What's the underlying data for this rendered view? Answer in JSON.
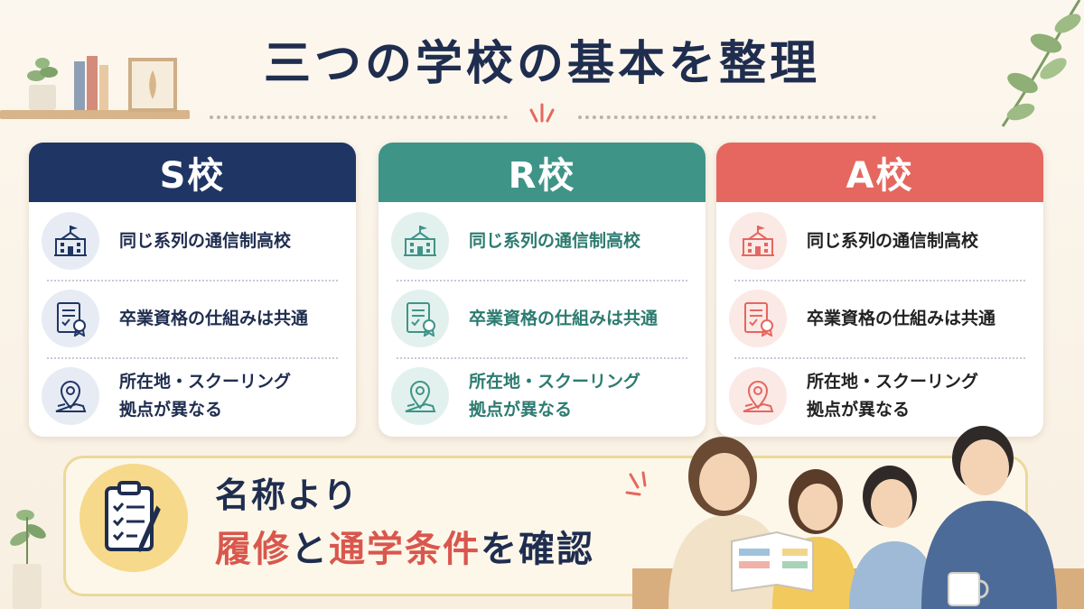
{
  "title": "三つの学校の基本を整理",
  "colors": {
    "navy": "#1f3564",
    "teal": "#3f9488",
    "coral": "#e5675f",
    "accent_red": "#d9574d",
    "highlight_yellow": "#f6d98a"
  },
  "cards": [
    {
      "name": "S校",
      "rows": [
        {
          "icon": "school-building-icon",
          "text": "同じ系列の通信制高校"
        },
        {
          "icon": "certificate-icon",
          "text": "卒業資格の仕組みは共通"
        },
        {
          "icon": "map-pin-icon",
          "text": "所在地・スクーリング\n拠点が異なる"
        }
      ]
    },
    {
      "name": "R校",
      "rows": [
        {
          "icon": "school-building-icon",
          "text": "同じ系列の通信制高校"
        },
        {
          "icon": "certificate-icon",
          "text": "卒業資格の仕組みは共通"
        },
        {
          "icon": "map-pin-icon",
          "text": "所在地・スクーリング\n拠点が異なる"
        }
      ]
    },
    {
      "name": "A校",
      "rows": [
        {
          "icon": "school-building-icon",
          "text": "同じ系列の通信制高校"
        },
        {
          "icon": "certificate-icon",
          "text": "卒業資格の仕組みは共通"
        },
        {
          "icon": "map-pin-icon",
          "text": "所在地・スクーリング\n拠点が異なる"
        }
      ]
    }
  ],
  "message": {
    "line1": "名称より",
    "line2_part1": "履修",
    "line2_part2": "と",
    "line2_part3": "通学条件",
    "line2_part4": "を確認"
  }
}
